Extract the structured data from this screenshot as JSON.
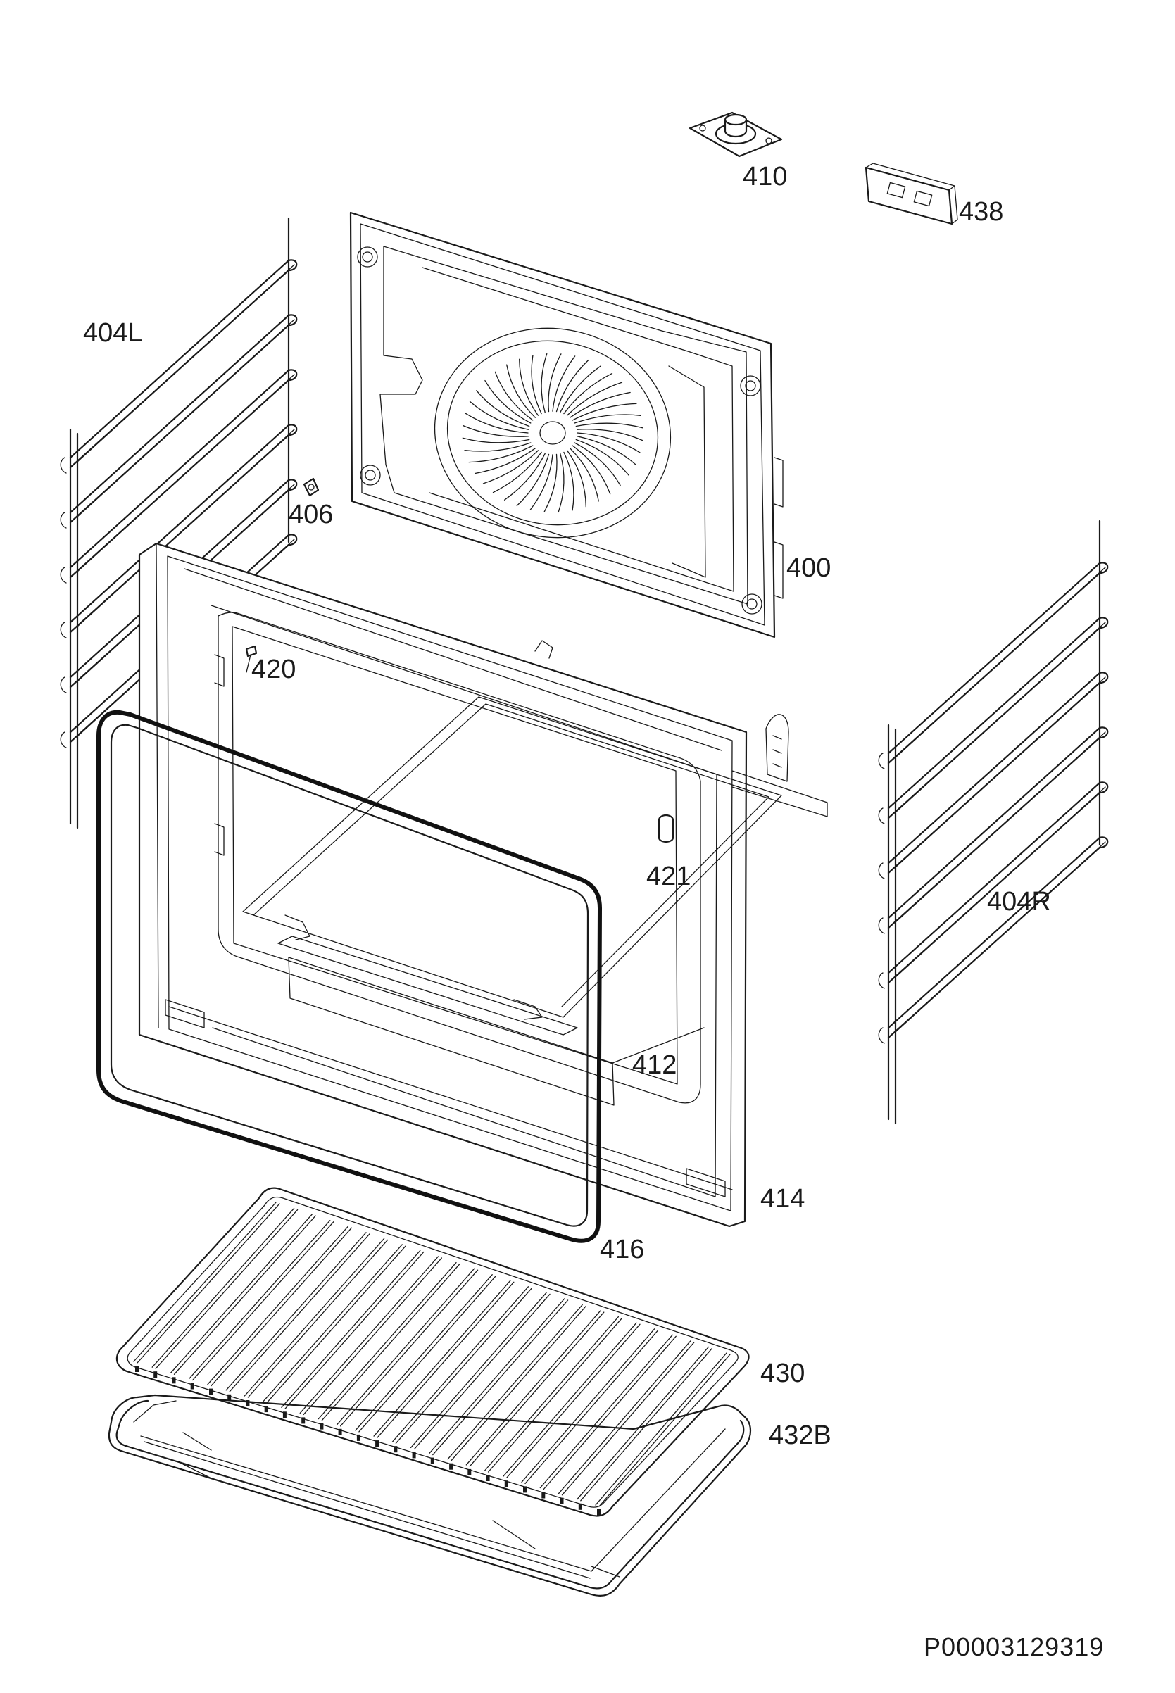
{
  "diagram": {
    "parts": [
      {
        "id": "p410",
        "label": "410"
      },
      {
        "id": "p438",
        "label": "438"
      },
      {
        "id": "p404L",
        "label": "404L"
      },
      {
        "id": "p406",
        "label": "406"
      },
      {
        "id": "p400",
        "label": "400"
      },
      {
        "id": "p420",
        "label": "420"
      },
      {
        "id": "p421",
        "label": "421"
      },
      {
        "id": "p404R",
        "label": "404R"
      },
      {
        "id": "p412",
        "label": "412"
      },
      {
        "id": "p414",
        "label": "414"
      },
      {
        "id": "p416",
        "label": "416"
      },
      {
        "id": "p430",
        "label": "430"
      },
      {
        "id": "p432B",
        "label": "432B"
      }
    ],
    "drawing_code": "P00003129319"
  }
}
